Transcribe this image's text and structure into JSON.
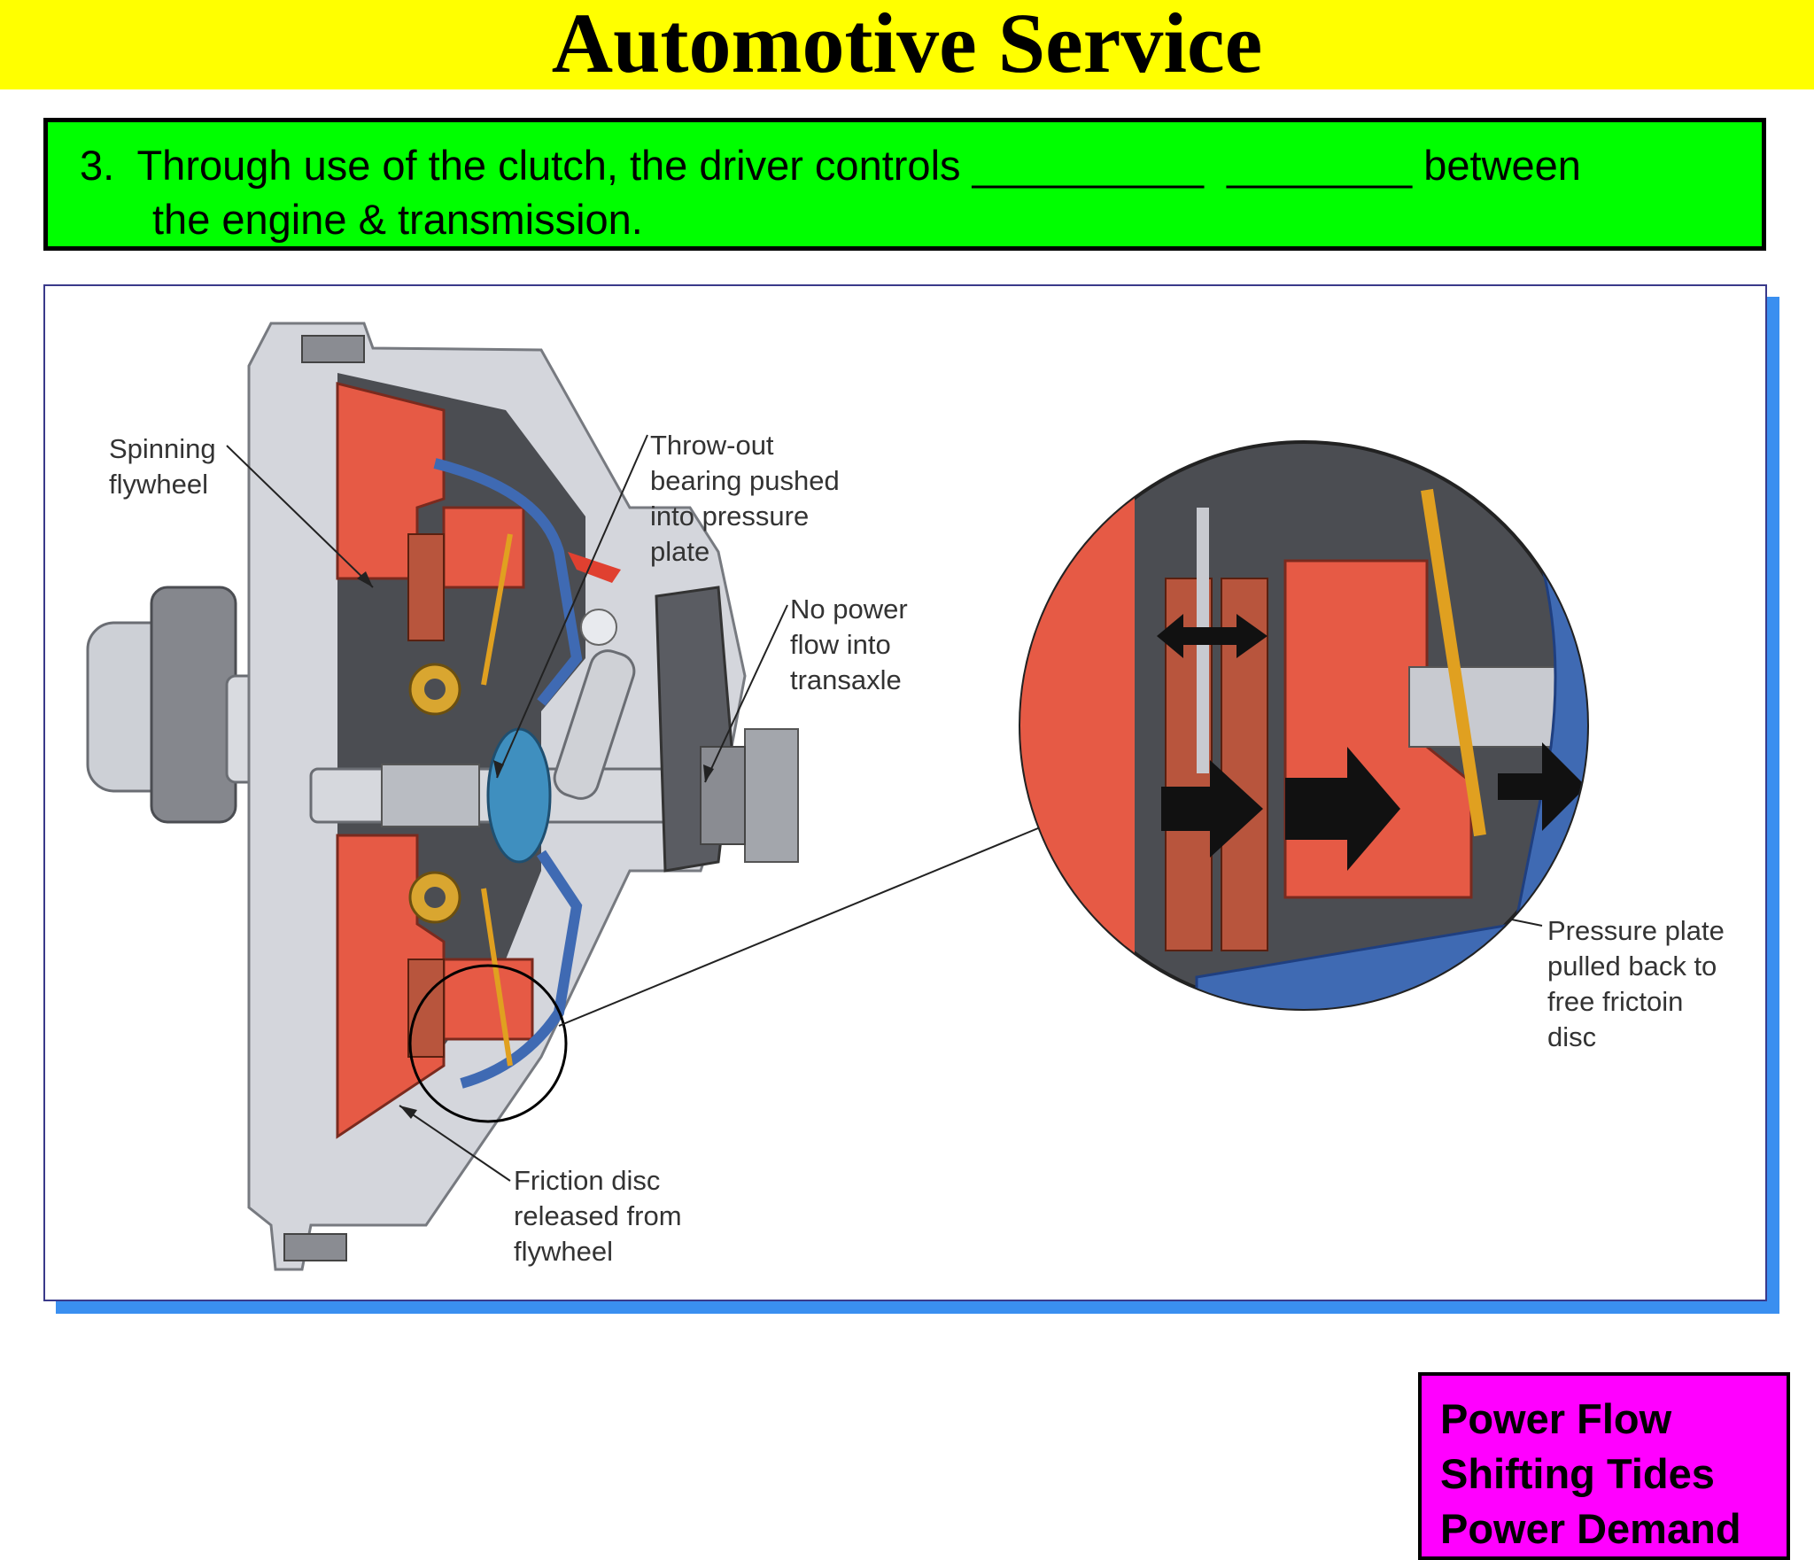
{
  "title": "Automotive Service",
  "question": {
    "line1": "3.  Through use of the clutch, the driver controls __________  ________ between",
    "line2": "the engine & transmission."
  },
  "diagram": {
    "labels": {
      "spinning_flywheel": "Spinning\nflywheel",
      "throwout_bearing": "Throw-out\nbearing pushed\ninto pressure\nplate",
      "no_power_flow": "No power\nflow into\ntransaxle",
      "pressure_plate": "Pressure plate\npulled back to\nfree frictoin\ndisc",
      "friction_disc": "Friction disc\nreleased from\nflywheel"
    }
  },
  "legend": {
    "items": [
      "Power Flow",
      "Shifting Tides",
      "Power Demand"
    ]
  },
  "colors": {
    "title_bar": "#ffff00",
    "question_box": "#00ff00",
    "legend_box": "#ff00ff",
    "frame_shadow": "#3a8ff0",
    "clutch_red": "#e65a45",
    "housing_gray": "#c9ccd3",
    "dark_gray": "#4b4d52",
    "spring_blue": "#3f6ab3"
  }
}
